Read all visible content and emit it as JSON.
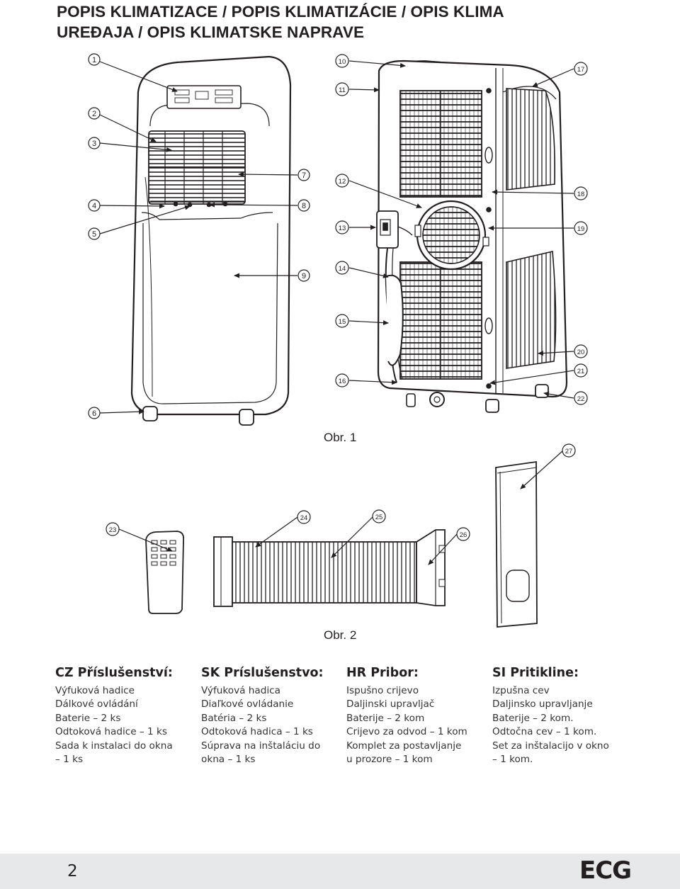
{
  "title_line1": "POPIS KLIMATIZACE / POPIS KLIMATIZÁCIE / OPIS KLIMA",
  "title_line2": "UREĐAJA / OPIS KLIMATSKE NAPRAVE",
  "figure1_label": "Obr. 1",
  "figure2_label": "Obr. 2",
  "callouts": [
    "1",
    "2",
    "3",
    "4",
    "5",
    "6",
    "7",
    "8",
    "9",
    "10",
    "11",
    "12",
    "13",
    "14",
    "15",
    "16",
    "17",
    "18",
    "19",
    "20",
    "21",
    "22",
    "23",
    "24",
    "25",
    "26",
    "27"
  ],
  "accessories": [
    {
      "heading": "CZ  Příslušenství:",
      "items": [
        "Výfuková hadice",
        "Dálkové ovládání",
        "Baterie – 2 ks",
        "Odtoková hadice – 1 ks",
        "Sada k instalaci do okna",
        "– 1 ks"
      ]
    },
    {
      "heading": "SK  Príslušenstvo:",
      "items": [
        "Výfuková hadica",
        "Diaľkové ovládanie",
        "Batéria – 2 ks",
        "Odtoková hadica – 1 ks",
        "Súprava na inštaláciu do",
        "okna – 1 ks"
      ]
    },
    {
      "heading": "HR  Pribor:",
      "items": [
        "Ispušno crijevo",
        "Daljinski upravljač",
        "Baterije – 2 kom",
        "Crijevo za odvod – 1 kom",
        "Komplet za postavljanje",
        "u prozore – 1 kom"
      ]
    },
    {
      "heading": "SI  Pritikline:",
      "items": [
        "Izpušna cev",
        "Daljinsko upravljanje",
        "Baterije – 2 kom.",
        "Odtočna cev – 1 kom.",
        "Set za inštalacijo v okno",
        "– 1 kom."
      ]
    }
  ],
  "footer": {
    "page_number": "2",
    "brand": "ECG"
  }
}
